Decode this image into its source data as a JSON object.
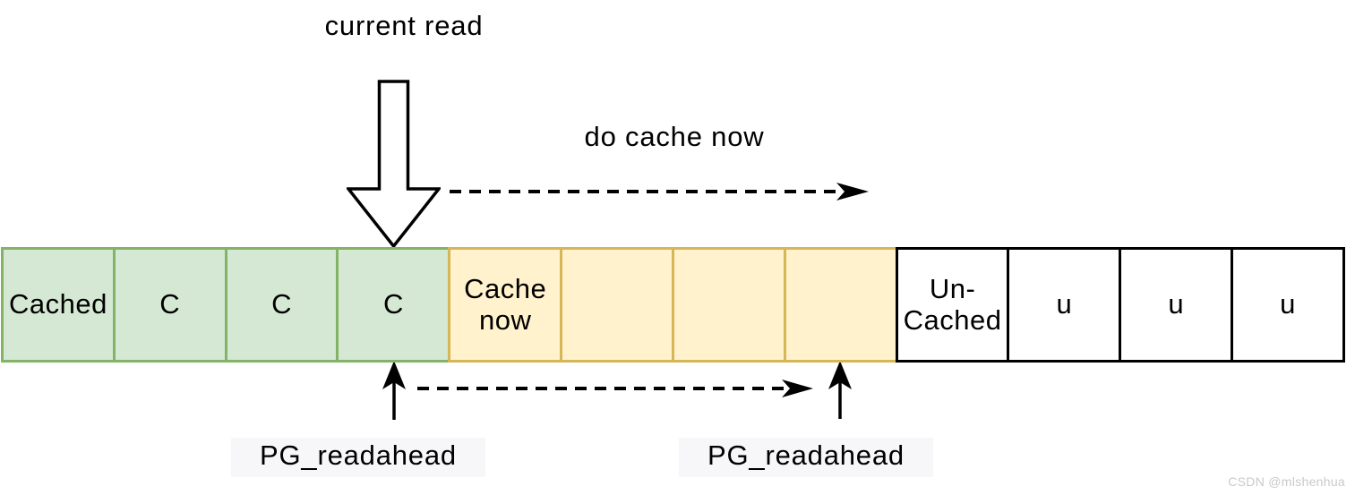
{
  "diagram": {
    "labels": {
      "current_read": "current read",
      "do_cache_now": "do cache now",
      "pg_readahead_left": "PG_readahead",
      "pg_readahead_right": "PG_readahead"
    },
    "cells": [
      {
        "label": "Cached",
        "type": "cached"
      },
      {
        "label": "C",
        "type": "cached"
      },
      {
        "label": "C",
        "type": "cached"
      },
      {
        "label": "C",
        "type": "cached"
      },
      {
        "label": "Cache now",
        "type": "cache-now"
      },
      {
        "label": "",
        "type": "cache-now"
      },
      {
        "label": "",
        "type": "cache-now"
      },
      {
        "label": "",
        "type": "cache-now"
      },
      {
        "label": "Un- Cached",
        "type": "uncached"
      },
      {
        "label": "u",
        "type": "uncached"
      },
      {
        "label": "u",
        "type": "uncached"
      },
      {
        "label": "u",
        "type": "uncached"
      }
    ],
    "colors": {
      "cached_fill": "#d5e8d4",
      "cached_border": "#82b366",
      "cache_now_fill": "#fff2cc",
      "cache_now_border": "#d6b656",
      "uncached_fill": "#ffffff",
      "uncached_border": "#000000",
      "arrow_color": "#000000",
      "watermark_color": "#c9c9c9"
    },
    "watermark": "CSDN @mlshenhua"
  }
}
